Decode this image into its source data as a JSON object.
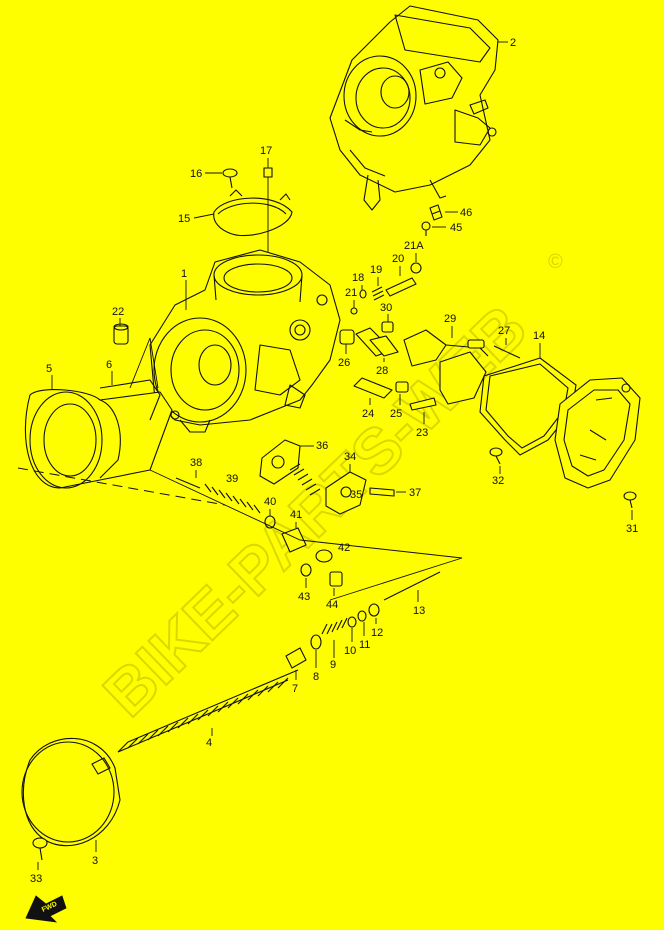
{
  "watermark": {
    "text": "BIKE-PARTS-WEB",
    "mark": "©",
    "color": "#d8d400"
  },
  "background_color": "#fffe00",
  "fwd_badge": {
    "label": "FWD",
    "icon": "forward-arrow-icon"
  },
  "callouts": {
    "c1": "1",
    "c2": "2",
    "c3": "3",
    "c4": "4",
    "c5": "5",
    "c6": "6",
    "c7": "7",
    "c8": "8",
    "c9": "9",
    "c10": "10",
    "c11": "11",
    "c12": "12",
    "c13": "13",
    "c14": "14",
    "c15": "15",
    "c16": "16",
    "c17": "17",
    "c18": "18",
    "c19": "19",
    "c20": "20",
    "c21": "21",
    "c21a": "21A",
    "c22": "22",
    "c23": "23",
    "c24": "24",
    "c25": "25",
    "c26": "26",
    "c27": "27",
    "c28": "28",
    "c29": "29",
    "c30": "30",
    "c31": "31",
    "c32": "32",
    "c33": "33",
    "c34": "34",
    "c35": "35",
    "c36": "36",
    "c37": "37",
    "c38": "38",
    "c39": "39",
    "c40": "40",
    "c41": "41",
    "c42": "42",
    "c43": "43",
    "c44": "44",
    "c45": "45",
    "c46": "46"
  }
}
